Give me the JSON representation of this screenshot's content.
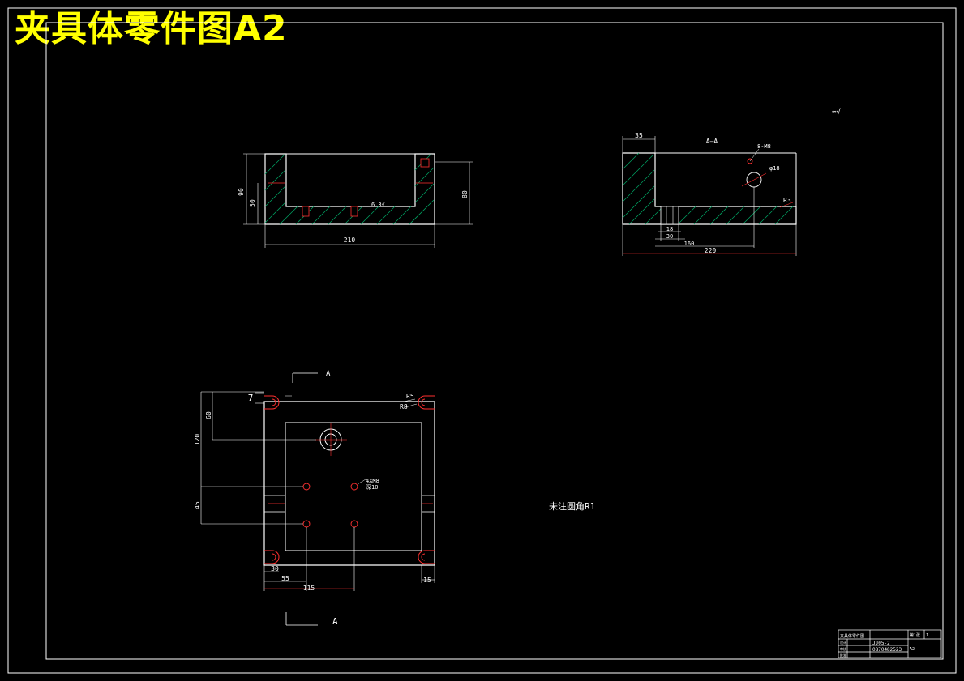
{
  "title": "夹具体零件图A2",
  "sheet": {
    "border_color": "#ffffff",
    "line_color": "#ffffff",
    "hatch_color": "#00a060",
    "dim_color": "#ff3030",
    "text_color": "#ffffff",
    "title_color": "#ffff00"
  },
  "front_view": {
    "dims": {
      "overall_height": "90",
      "inner_height": "50",
      "right_height": "80",
      "width": "210"
    },
    "roughness": "6.3√"
  },
  "section_view": {
    "label": "A—A",
    "dims": {
      "wall": "35",
      "slot": "18",
      "slot_offset": "30",
      "hole_pos": "160",
      "length": "220"
    },
    "thread_note": "8-M8",
    "hole_dia": "φ18",
    "radius": "R3"
  },
  "roughness_other": "≈√",
  "plan_view": {
    "section_mark_top": "A",
    "section_mark_bottom": "A",
    "dims": {
      "slot_width": "7",
      "hole_from_top": "60",
      "top_to_row": "120",
      "row_spacing": "45",
      "left_offset": "30",
      "hole_from_left": "55",
      "hole_spacing": "115",
      "right_offset": "15"
    },
    "r5": "R5",
    "r8": "R8",
    "hole_note_1": "4XM8",
    "hole_note_2": "深10"
  },
  "tech_note": "未注圆角R1",
  "title_block": {
    "name": "夹具体零件图",
    "drawing_no": "JJ05-2",
    "sheet_label": "第1张",
    "cells": [
      "设计",
      "审核",
      "批准",
      "1",
      "A2",
      "0870482523"
    ]
  }
}
